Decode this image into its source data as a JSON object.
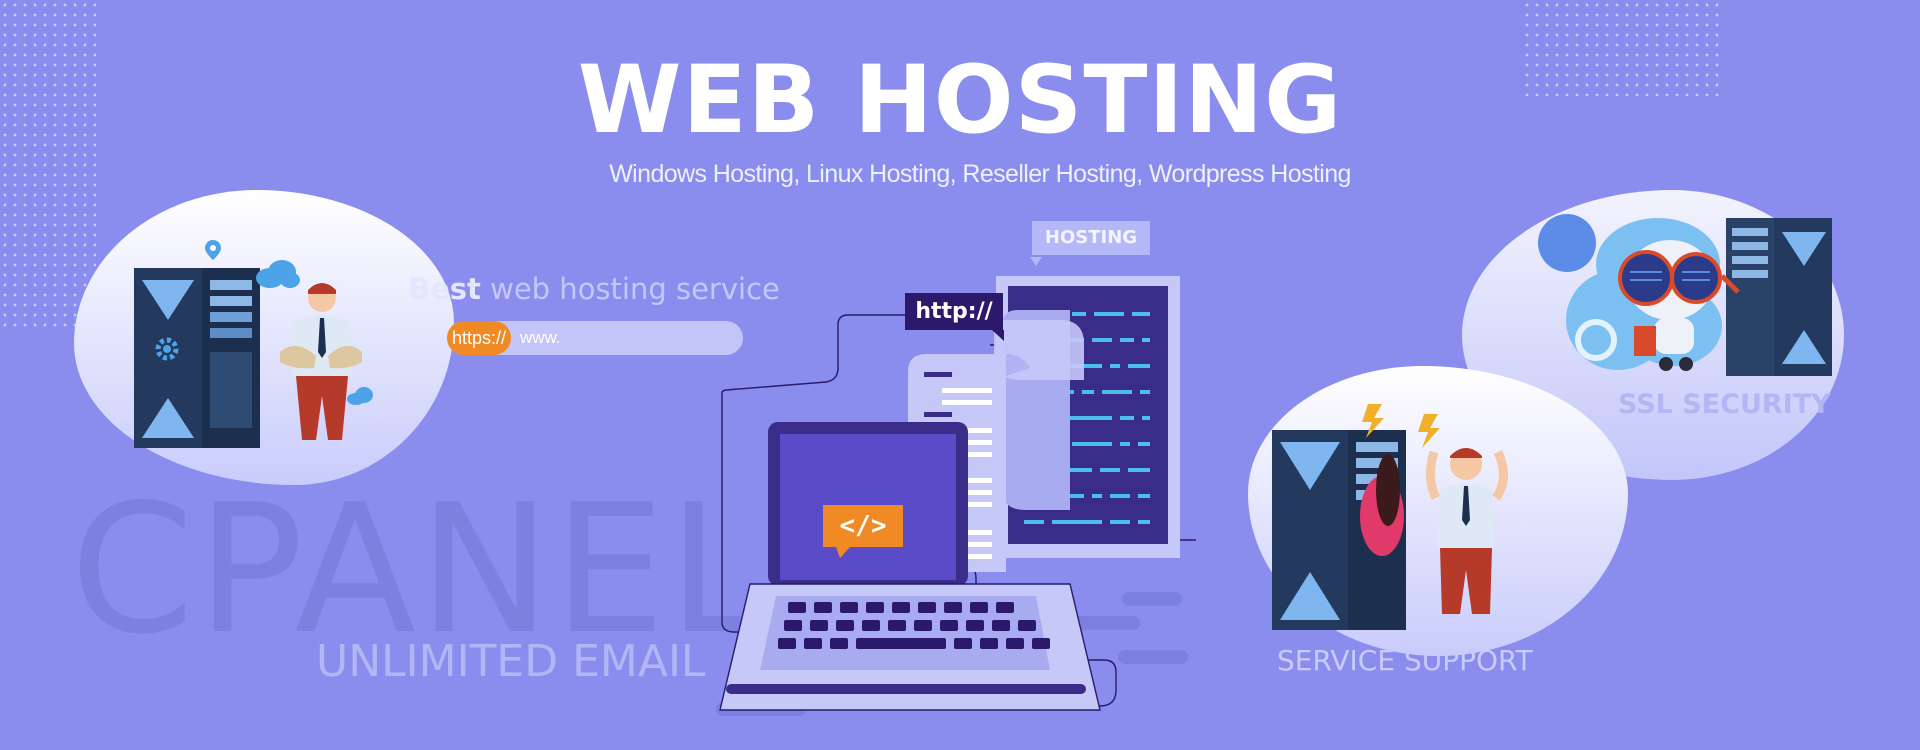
{
  "header": {
    "title": "WEB HOSTING",
    "subtitle": "Windows Hosting, Linux Hosting, Reseller Hosting, Wordpress Hosting"
  },
  "promo": {
    "best_bold": "Best",
    "best_rest": "web hosting service",
    "url_scheme": "https://",
    "url_text": "www."
  },
  "features": {
    "cpanel": "CPANEL",
    "email": "UNLIMITED EMAIL",
    "ssl": "SSL SECURITY",
    "support": "SERVICE SUPPORT"
  },
  "illustration": {
    "hosting_label": "HOSTING",
    "http_label": "http://",
    "code_label": "</>"
  },
  "colors": {
    "background": "#8a8ded",
    "accent_orange": "#f08a24",
    "dark_navy": "#2b1a6b",
    "server_blue": "#233a5e"
  },
  "icons": [
    "server-rack-icon",
    "cloud-icon",
    "gear-icon",
    "location-pin-icon",
    "robot-icon",
    "laptop-icon",
    "lightning-icon"
  ]
}
